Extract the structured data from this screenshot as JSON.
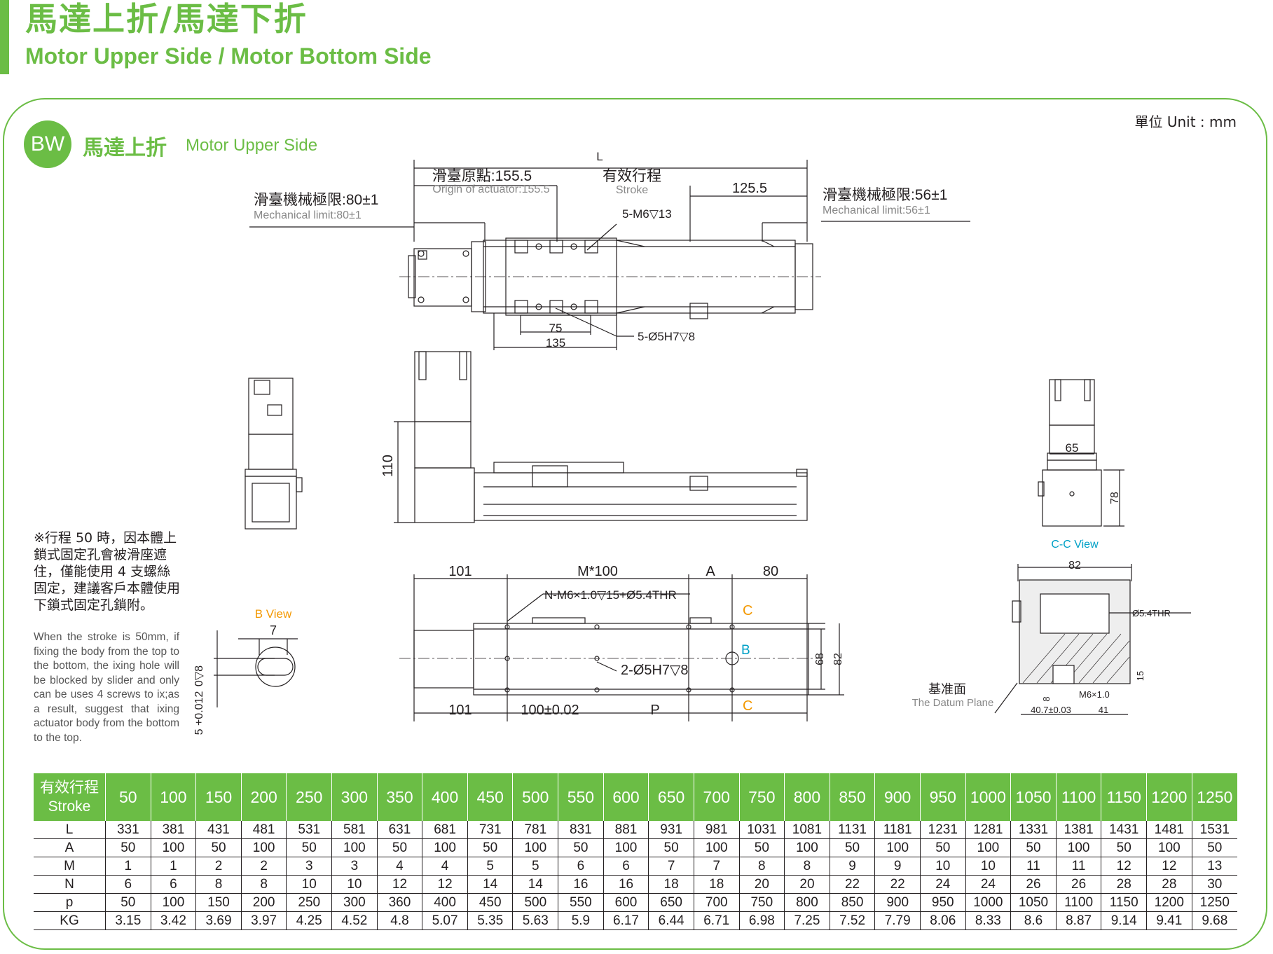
{
  "header": {
    "title_zh": "馬達上折/馬達下折",
    "title_en": "Motor Upper Side / Motor Bottom Side"
  },
  "unit_label": "單位 Unit : mm",
  "section": {
    "badge": "BW",
    "title_zh": "馬達上折",
    "title_en": "Motor Upper Side"
  },
  "top_view": {
    "L": "L",
    "origin_zh": "滑臺原點:155.5",
    "origin_en": "Origin of actuator:155.5",
    "stroke_zh": "有效行程",
    "stroke_en": "Stroke",
    "dim_125": "125.5",
    "mech_left_zh": "滑臺機械極限:80±1",
    "mech_left_en": "Mechanical limit:80±1",
    "mech_right_zh": "滑臺機械極限:56±1",
    "mech_right_en": "Mechanical limit:56±1",
    "m6": "5-M6▽13",
    "dim_75": "75",
    "dim_135": "135",
    "pin": "5-Ø5H7▽8"
  },
  "side_view": {
    "dim_110": "110"
  },
  "bottom_view": {
    "d101a": "101",
    "dM": "M*100",
    "dA": "A",
    "d80": "80",
    "nm6": "N-M6×1.0▽15+Ø5.4THR",
    "c1": "C",
    "b": "B",
    "c2": "C",
    "pin2": "2-Ø5H7▽8",
    "d68": "68",
    "d82": "82",
    "d101b": "101",
    "d100": "100±0.02",
    "dP": "P"
  },
  "b_view": {
    "title": "B View",
    "d7": "7",
    "d8": "0▽8",
    "d5": "5 +0.012"
  },
  "cc_view": {
    "d65": "65",
    "d78": "78",
    "title": "C-C View",
    "d82": "82",
    "thr": "Ø5.4THR",
    "d15": "15",
    "m6": "M6×1.0",
    "d8": "8",
    "d40": "40.7±0.03",
    "d41": "41",
    "datum_zh": "基准面",
    "datum_en": "The Datum Plane"
  },
  "note": {
    "zh": "※行程 50 時，因本體上鎖式固定孔會被滑座遮住，僅能使用 4 支螺絲固定，建議客戶本體使用下鎖式固定孔鎖附。",
    "en": "When the stroke is 50mm, if fixing the body from the top to the bottom, the ixing hole will be blocked by slider and only can be uses 4 screws to ix;as a result, suggest that ixing actuator body from the bottom to the top."
  },
  "table": {
    "head_zh": "有效行程",
    "head_en": "Stroke",
    "strokes": [
      "50",
      "100",
      "150",
      "200",
      "250",
      "300",
      "350",
      "400",
      "450",
      "500",
      "550",
      "600",
      "650",
      "700",
      "750",
      "800",
      "850",
      "900",
      "950",
      "1000",
      "1050",
      "1100",
      "1150",
      "1200",
      "1250"
    ],
    "rows": [
      {
        "label": "L",
        "values": [
          "331",
          "381",
          "431",
          "481",
          "531",
          "581",
          "631",
          "681",
          "731",
          "781",
          "831",
          "881",
          "931",
          "981",
          "1031",
          "1081",
          "1131",
          "1181",
          "1231",
          "1281",
          "1331",
          "1381",
          "1431",
          "1481",
          "1531"
        ]
      },
      {
        "label": "A",
        "values": [
          "50",
          "100",
          "50",
          "100",
          "50",
          "100",
          "50",
          "100",
          "50",
          "100",
          "50",
          "100",
          "50",
          "100",
          "50",
          "100",
          "50",
          "100",
          "50",
          "100",
          "50",
          "100",
          "50",
          "100",
          "50"
        ]
      },
      {
        "label": "M",
        "values": [
          "1",
          "1",
          "2",
          "2",
          "3",
          "3",
          "4",
          "4",
          "5",
          "5",
          "6",
          "6",
          "7",
          "7",
          "8",
          "8",
          "9",
          "9",
          "10",
          "10",
          "11",
          "11",
          "12",
          "12",
          "13"
        ]
      },
      {
        "label": "N",
        "values": [
          "6",
          "6",
          "8",
          "8",
          "10",
          "10",
          "12",
          "12",
          "14",
          "14",
          "16",
          "16",
          "18",
          "18",
          "20",
          "20",
          "22",
          "22",
          "24",
          "24",
          "26",
          "26",
          "28",
          "28",
          "30"
        ]
      },
      {
        "label": "p",
        "values": [
          "50",
          "100",
          "150",
          "200",
          "250",
          "300",
          "360",
          "400",
          "450",
          "500",
          "550",
          "600",
          "650",
          "700",
          "750",
          "800",
          "850",
          "900",
          "950",
          "1000",
          "1050",
          "1100",
          "1150",
          "1200",
          "1250"
        ]
      },
      {
        "label": "KG",
        "values": [
          "3.15",
          "3.42",
          "3.69",
          "3.97",
          "4.25",
          "4.52",
          "4.8",
          "5.07",
          "5.35",
          "5.63",
          "5.9",
          "6.17",
          "6.44",
          "6.71",
          "6.98",
          "7.25",
          "7.52",
          "7.79",
          "8.06",
          "8.33",
          "8.6",
          "8.87",
          "9.14",
          "9.41",
          "9.68"
        ]
      }
    ]
  },
  "colors": {
    "accent": "#6bbd45",
    "orange": "#f39800",
    "cyan": "#00a0c6"
  }
}
